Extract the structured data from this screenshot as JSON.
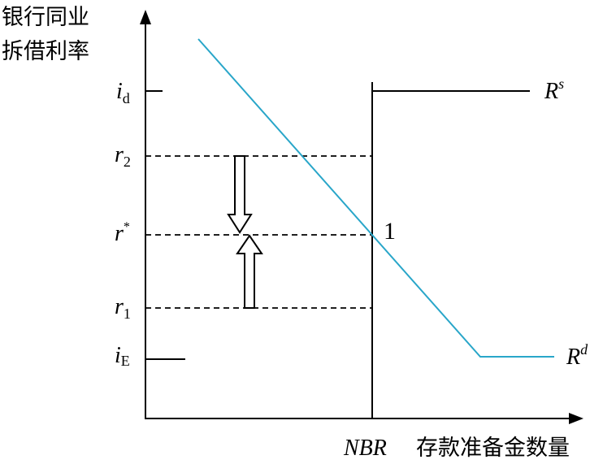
{
  "y_axis_title_line1": "银行同业",
  "y_axis_title_line2": "拆借利率",
  "x_axis_title_abbrev": "NBR",
  "x_axis_title": "存款准备金数量",
  "labels": {
    "i_d": {
      "base": "i",
      "sub": "d"
    },
    "r2": {
      "base": "r",
      "sub": "2"
    },
    "r_star": {
      "base": "r",
      "sup": "*"
    },
    "r1": {
      "base": "r",
      "sub": "1"
    },
    "i_E": {
      "base": "i",
      "sub": "E"
    },
    "Rs": {
      "base": "R",
      "sup": "s"
    },
    "Rd": {
      "base": "R",
      "sup": "d"
    },
    "equilibrium": "1"
  },
  "colors": {
    "axis": "#000000",
    "supply_curve": "#000000",
    "demand_curve": "#29a6c9",
    "dashed": "#000000"
  },
  "icons": {
    "down_arrow": "hollow-down-arrow",
    "up_arrow": "hollow-up-arrow"
  }
}
